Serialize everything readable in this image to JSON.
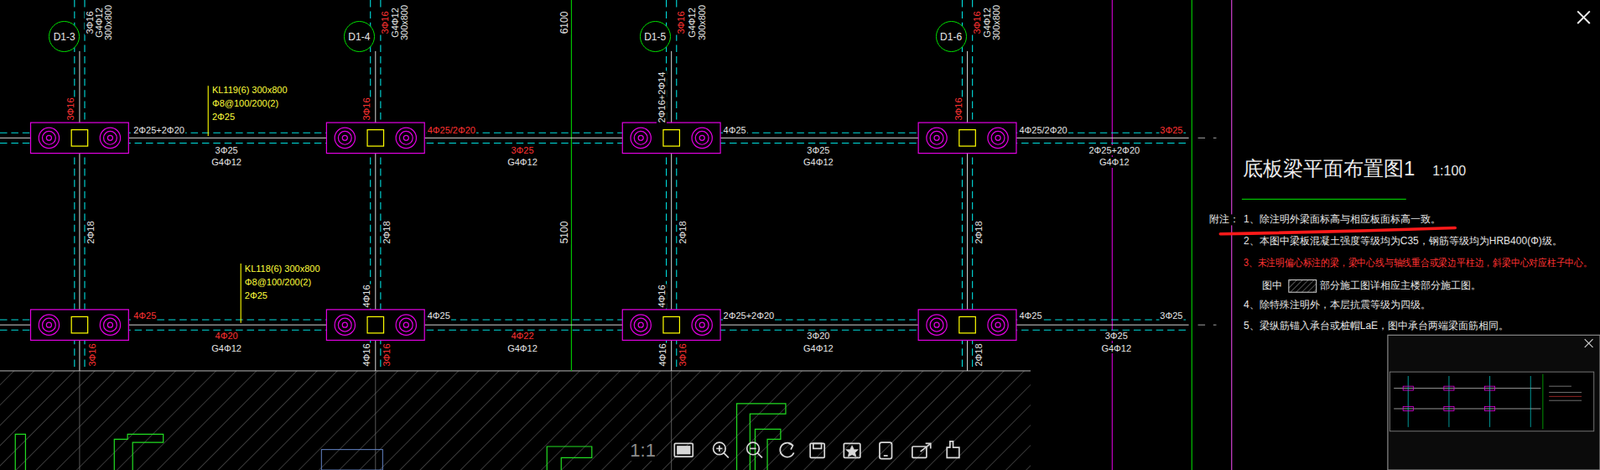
{
  "diagram": {
    "title": "底板梁平面布置图1",
    "nodes": [
      {
        "text": [
          "D1-3"
        ]
      },
      {
        "text": [
          "D1-4"
        ]
      },
      {
        "text": [
          "D1-5"
        ]
      },
      {
        "text": [
          "D1-6"
        ]
      }
    ],
    "labels": [
      "3Φ16",
      "G4Φ12",
      "300x800",
      "3Φ16",
      "G4Φ12",
      "300x800",
      "3Φ16",
      "G4Φ12",
      "300x800",
      "3Φ16",
      "G4Φ12",
      "300x800",
      "6100",
      "KL119(6) 300x800",
      "Φ8@100/200(2)",
      "2Φ25",
      "3Φ16",
      "2Φ25+2Φ20",
      "3Φ25",
      "G4Φ12",
      "3Φ16",
      "4Φ25/2Φ20",
      "3Φ25",
      "G4Φ12",
      "2Φ16+2Φ14",
      "4Φ25",
      "3Φ25",
      "G4Φ12",
      "3Φ16",
      "4Φ25/2Φ20",
      "2Φ25+2Φ20",
      "G4Φ12",
      "3Φ25",
      "2Φ18",
      "2Φ18",
      "5100",
      "2Φ18",
      "2Φ18",
      "KL118(6) 300x800",
      "Φ8@100/200(2)",
      "2Φ25",
      "4Φ16",
      "4Φ16",
      "4Φ25",
      "4Φ25",
      "2Φ25+2Φ20",
      "4Φ25",
      "3Φ25",
      "3Φ16",
      "4Φ20",
      "G4Φ12",
      "4Φ16",
      "3Φ16",
      "4Φ22",
      "G4Φ12",
      "4Φ16",
      "3Φ16",
      "3Φ20",
      "G4Φ12",
      "2Φ18",
      "3Φ25",
      "G4Φ12",
      "1:100",
      "附注：",
      "1、除注明外梁面标高与相应板面标高一致。",
      "2、本图中梁板混凝土强度等级均为C35，钢筋等级均为HRB400(Φ)级。",
      "3、未注明偏心标注的梁，梁中心线与轴线重合或梁边平柱边，斜梁中心对应柱子中心。",
      "图中",
      "部分施工图详相应主楼部分施工图。",
      "4、除特殊注明外，本层抗震等级为四级。",
      "5、梁纵筋锚入承台或桩帽LaE，图中承台两端梁面筋相同。",
      "1:1"
    ]
  }
}
